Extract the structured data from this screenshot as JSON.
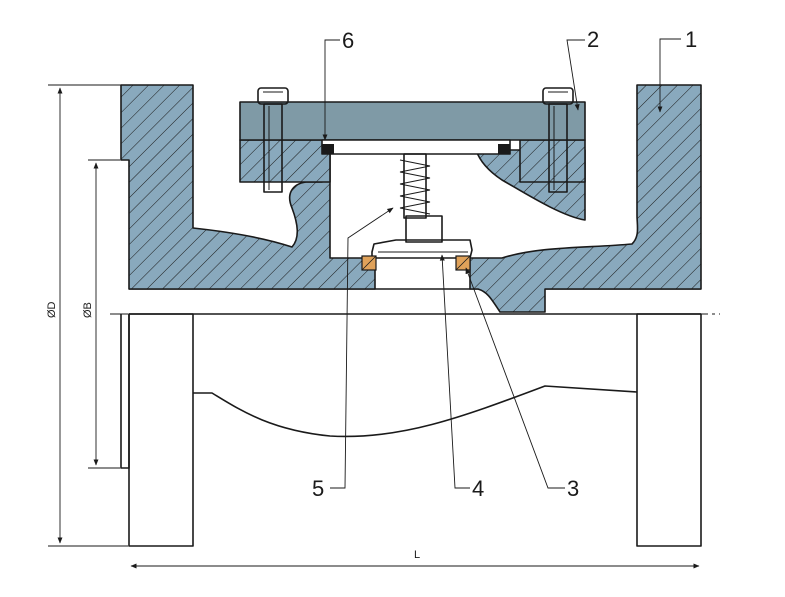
{
  "colors": {
    "section_fill": "#89a9bd",
    "cover_fill": "#7f9aa6",
    "seal_ring": "#e0a25a",
    "gasket": "#1a1a1a",
    "line": "#1a1a1a",
    "background": "#ffffff"
  },
  "callouts": {
    "c1": "1",
    "c2": "2",
    "c3": "3",
    "c4": "4",
    "c5": "5",
    "c6": "6"
  },
  "dimensions": {
    "outer_diameter": "ØD",
    "inner_diameter": "ØB",
    "length": "L"
  }
}
